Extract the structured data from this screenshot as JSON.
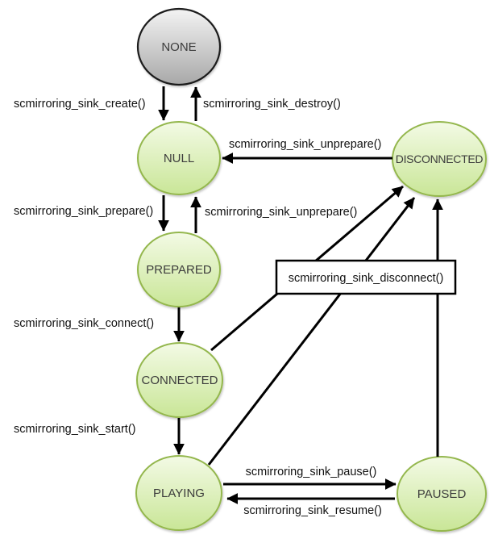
{
  "diagram": {
    "type": "state-machine",
    "states": [
      {
        "id": "none",
        "label": "NONE",
        "fill": "gray"
      },
      {
        "id": "null",
        "label": "NULL",
        "fill": "green"
      },
      {
        "id": "prepared",
        "label": "PREPARED",
        "fill": "green"
      },
      {
        "id": "connected",
        "label": "CONNECTED",
        "fill": "green"
      },
      {
        "id": "playing",
        "label": "PLAYING",
        "fill": "green"
      },
      {
        "id": "paused",
        "label": "PAUSED",
        "fill": "green"
      },
      {
        "id": "disconnected",
        "label": "DISCONNECTED",
        "fill": "green"
      }
    ],
    "transitions": [
      {
        "label": "scmirroring_sink_create()",
        "from": "NONE",
        "to": "NULL"
      },
      {
        "label": "scmirroring_sink_destroy()",
        "from": "NULL",
        "to": "NONE"
      },
      {
        "label": "scmirroring_sink_unprepare()",
        "from": "DISCONNECTED",
        "to": "NULL"
      },
      {
        "label": "scmirroring_sink_prepare()",
        "from": "NULL",
        "to": "PREPARED"
      },
      {
        "label": "scmirroring_sink_unprepare()",
        "from": "PREPARED",
        "to": "NULL"
      },
      {
        "label": "scmirroring_sink_connect()",
        "from": "PREPARED",
        "to": "CONNECTED"
      },
      {
        "label": "scmirroring_sink_start()",
        "from": "CONNECTED",
        "to": "PLAYING"
      },
      {
        "label": "scmirroring_sink_disconnect()",
        "from": "CONNECTED, PLAYING, PAUSED",
        "to": "DISCONNECTED"
      },
      {
        "label": "scmirroring_sink_pause()",
        "from": "PLAYING",
        "to": "PAUSED"
      },
      {
        "label": "scmirroring_sink_resume()",
        "from": "PAUSED",
        "to": "PLAYING"
      }
    ],
    "colors": {
      "background": "#ffffff",
      "state_fill_top": "#f3fae5",
      "state_fill_bottom": "#c9e697",
      "state_border": "#94b74e",
      "none_fill_top": "#f3f3f3",
      "none_fill_bottom": "#a8a8a8",
      "none_border": "#1a1a1a",
      "arrow": "#000000",
      "label_text": "#111111",
      "state_text": "#3c3c3c"
    }
  }
}
